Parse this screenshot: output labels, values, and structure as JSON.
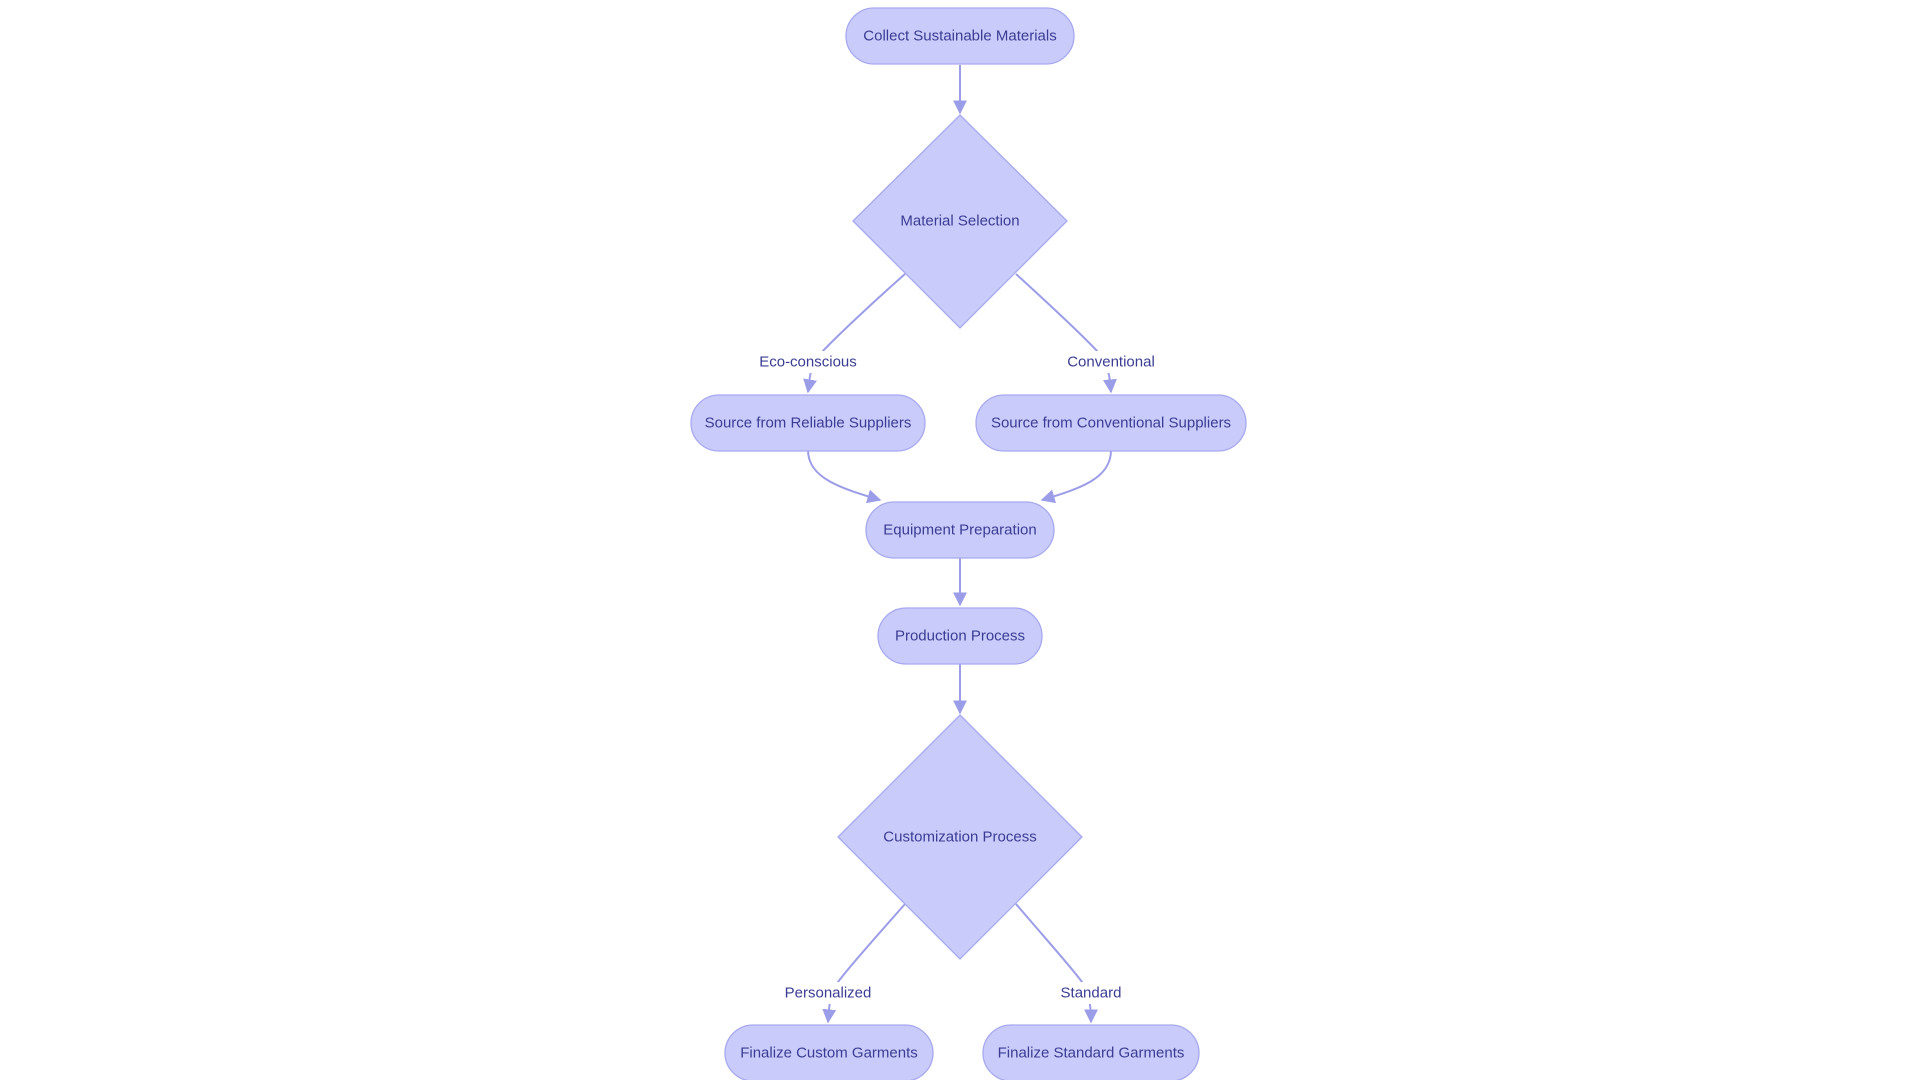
{
  "colors": {
    "node_fill": "#c9cbfb",
    "node_stroke": "#a7a9ee",
    "edge": "#9b9de8",
    "text": "#3a3d93"
  },
  "diagram": {
    "nodes": {
      "collect": {
        "label": "Collect Sustainable Materials",
        "shape": "rounded"
      },
      "material_selection": {
        "label": "Material Selection",
        "shape": "diamond"
      },
      "reliable_suppliers": {
        "label": "Source from Reliable Suppliers",
        "shape": "rounded"
      },
      "conventional_suppliers": {
        "label": "Source from Conventional Suppliers",
        "shape": "rounded"
      },
      "equipment_preparation": {
        "label": "Equipment Preparation",
        "shape": "rounded"
      },
      "production_process": {
        "label": "Production Process",
        "shape": "rounded"
      },
      "customization_process": {
        "label": "Customization Process",
        "shape": "diamond"
      },
      "custom_garments": {
        "label": "Finalize Custom Garments",
        "shape": "rounded"
      },
      "standard_garments": {
        "label": "Finalize Standard Garments",
        "shape": "rounded"
      }
    },
    "edges": {
      "collect_to_selection": {
        "from": "collect",
        "to": "material_selection",
        "label": ""
      },
      "selection_to_reliable": {
        "from": "material_selection",
        "to": "reliable_suppliers",
        "label": "Eco-conscious"
      },
      "selection_to_conventional": {
        "from": "material_selection",
        "to": "conventional_suppliers",
        "label": "Conventional"
      },
      "reliable_to_equipment": {
        "from": "reliable_suppliers",
        "to": "equipment_preparation",
        "label": ""
      },
      "conventional_to_equipment": {
        "from": "conventional_suppliers",
        "to": "equipment_preparation",
        "label": ""
      },
      "equipment_to_production": {
        "from": "equipment_preparation",
        "to": "production_process",
        "label": ""
      },
      "production_to_customization": {
        "from": "production_process",
        "to": "customization_process",
        "label": ""
      },
      "customization_to_custom": {
        "from": "customization_process",
        "to": "custom_garments",
        "label": "Personalized"
      },
      "customization_to_standard": {
        "from": "customization_process",
        "to": "standard_garments",
        "label": "Standard"
      }
    }
  }
}
